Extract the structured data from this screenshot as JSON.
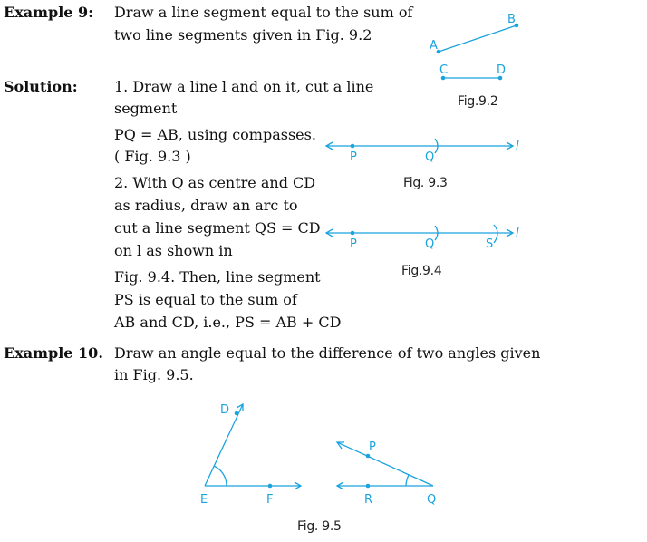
{
  "example9": {
    "label": "Example 9:",
    "line1": "Draw a line segment equal to the sum of",
    "line2": "two line segments given in Fig. 9.2"
  },
  "solution": {
    "label": "Solution:",
    "lines": [
      "1. Draw a line l and on it, cut a line",
      "segment",
      "PQ = AB, using compasses.",
      "( Fig. 9.3 )",
      "2. With Q as centre and CD",
      "as radius, draw an arc to",
      "cut a line segment QS = CD",
      "on l as shown in",
      "Fig. 9.4. Then, line segment",
      "PS is equal to the sum of",
      "AB and CD, i.e., PS = AB + CD"
    ]
  },
  "example10": {
    "label": "Example 10.",
    "line1": "Draw an angle equal to the difference of two angles given",
    "line2": "in Fig. 9.5."
  },
  "figures": {
    "fig92": {
      "caption": "Fig.9.2",
      "labels": [
        "A",
        "B",
        "C",
        "D"
      ]
    },
    "fig93": {
      "caption": "Fig. 9.3",
      "labels": [
        "P",
        "Q",
        "l"
      ]
    },
    "fig94": {
      "caption": "Fig.9.4",
      "labels": [
        "P",
        "Q",
        "S",
        "l"
      ]
    },
    "fig95": {
      "caption": "Fig. 9.5",
      "labels": [
        "D",
        "E",
        "F",
        "P",
        "R",
        "Q"
      ]
    }
  },
  "colors": {
    "accent": "#1aa3dd",
    "text": "#111111"
  }
}
